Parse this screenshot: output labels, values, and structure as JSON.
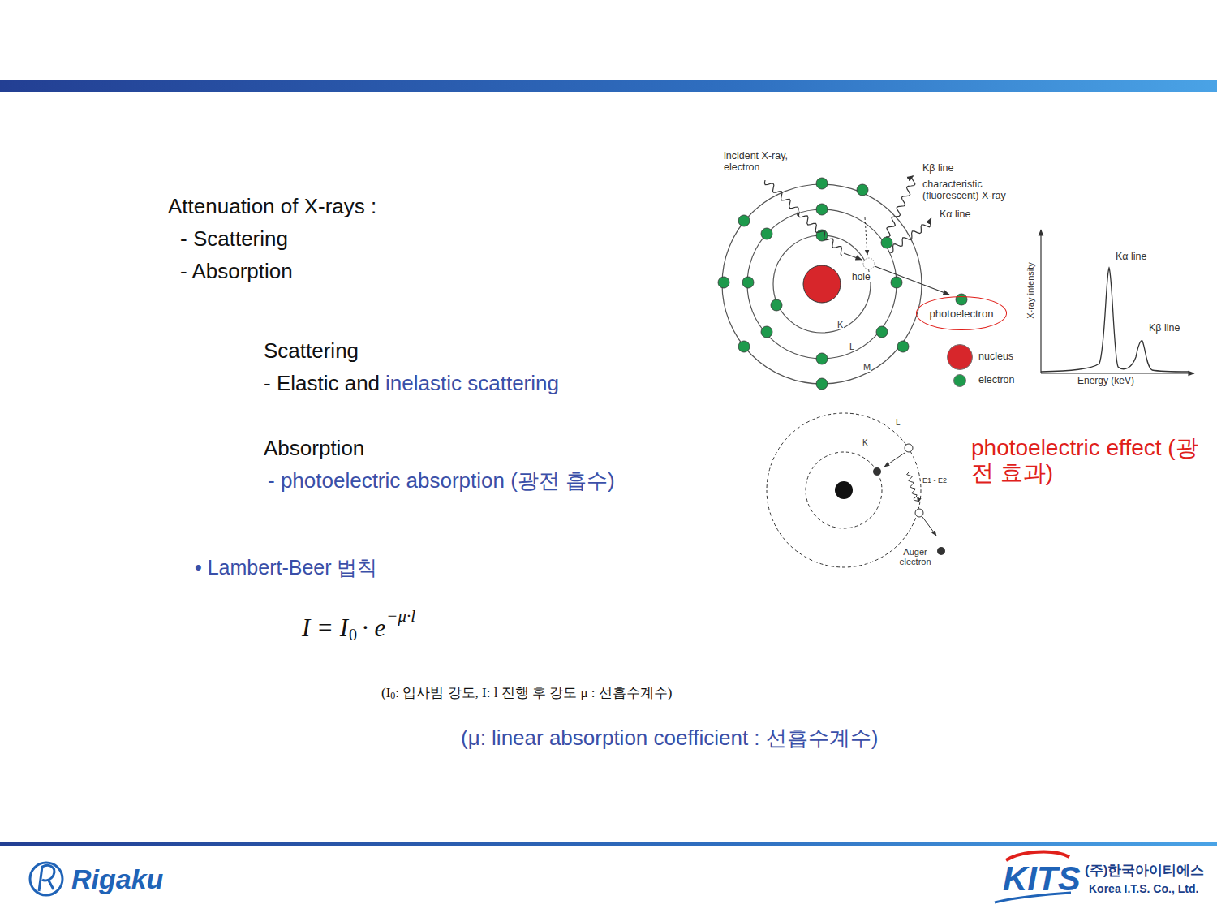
{
  "diagram": {
    "nodes": [
      {
        "text": [
          "photoelectron"
        ]
      }
    ],
    "labels": [
      "Attenuation of X-rays :",
      "- Scattering",
      "- Absorption",
      "Scattering",
      "- Elastic and",
      "inelastic scattering",
      "Absorption",
      "- photoelectric absorption (광전 흡수)",
      "• Lambert-Beer 법칙",
      "I = I",
      "0",
      "· e",
      "−μ·l",
      "(I",
      "0",
      ": 입사빔 강도, I: l 진행 후 강도 μ : 선흡수계수)",
      "(μ: linear absorption coefficient : 선흡수계수)",
      "incident X-ray, electron",
      "Kβ line",
      "characteristic (fluorescent) X-ray",
      "Kα line",
      "hole",
      "K",
      "L",
      "M",
      "X-ray intensity",
      "Kα line",
      "Kβ line",
      "Energy (keV)",
      "L",
      "K",
      "E1 - E2",
      "Auger electron",
      "photoelectric effect (광전 효과)",
      "Rigaku",
      "KITS",
      "(주)한국아이티에스",
      "Korea I.T.S. Co., Ltd."
    ],
    "legend": [
      {
        "text": "nucleus",
        "color": "#d7262b"
      },
      {
        "text": "electron",
        "color": "#1e9a4c"
      }
    ]
  }
}
